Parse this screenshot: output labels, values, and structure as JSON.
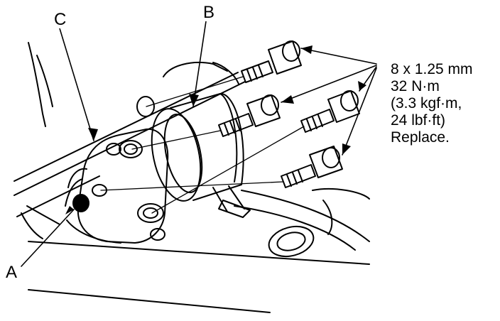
{
  "labels": {
    "a": "A",
    "b": "B",
    "c": "C"
  },
  "spec": {
    "size": "8 x 1.25 mm",
    "torque_nm": "32 N·m",
    "torque_kgf": "(3.3 kgf·m,",
    "torque_lbf": "24 lbf·ft)",
    "note": "Replace."
  },
  "colors": {
    "line": "#000000",
    "background": "#ffffff"
  }
}
